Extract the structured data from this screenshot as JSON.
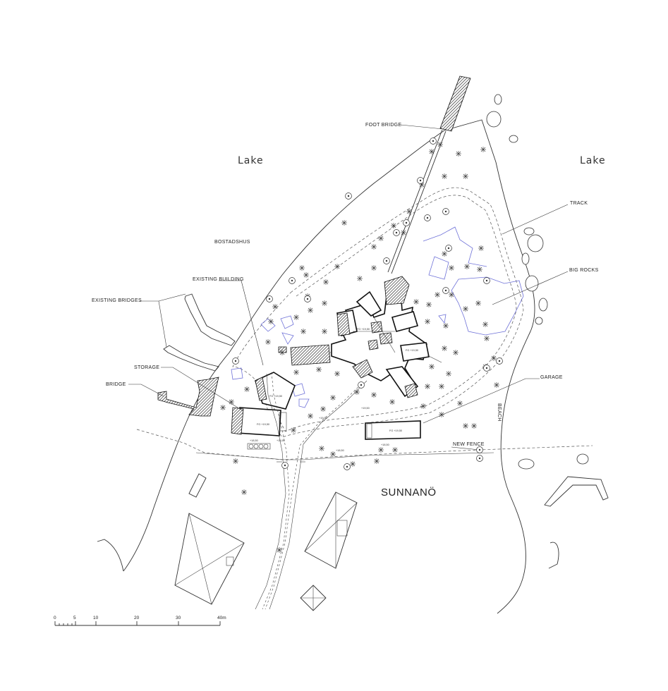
{
  "labels": {
    "lake_left": "Lake",
    "lake_right": "Lake",
    "foot_bridge": "FOOT BRIDGE",
    "track": "TRACK",
    "big_rocks": "BIG ROCKS",
    "bostadshus": "BOSTADSHUS",
    "existing_building": "EXISTING BUILDING",
    "existing_bridges": "EXISTING BRIDGES",
    "storage": "STORAGE",
    "bridge": "BRIDGE",
    "garage": "GARAGE",
    "beach": "BEACH",
    "new_fence": "NEW FENCE",
    "place_name": "SUNNANÖ"
  },
  "scale_bar": {
    "ticks": [
      "0",
      "5",
      "10",
      "20",
      "30",
      "40m"
    ]
  }
}
